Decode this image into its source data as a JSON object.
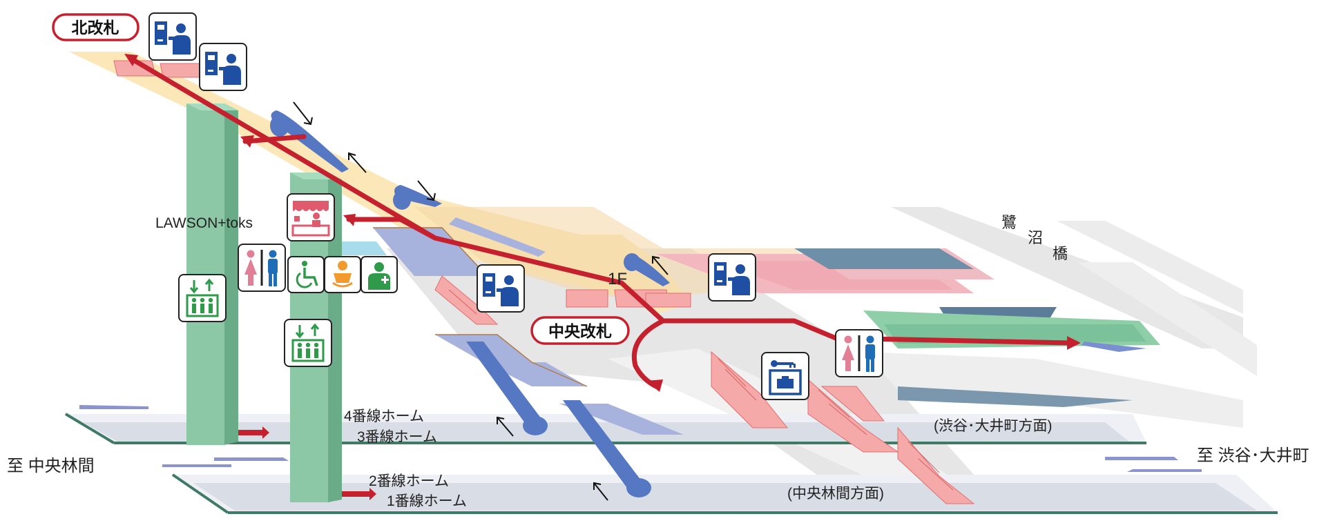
{
  "gates": {
    "north": "北改札",
    "central": "中央改札"
  },
  "floor_label": "1F",
  "shop_label": "LAWSON+toks",
  "platforms": {
    "p4": "4番線ホーム",
    "p3": "3番線ホーム",
    "p2": "2番線ホーム",
    "p1": "1番線ホーム",
    "dir_upper": "(渋谷･大井町方面)",
    "dir_lower": "(中央林間方面)"
  },
  "destinations": {
    "left": "至 中央林間",
    "right": "至 渋谷･大井町"
  },
  "bridge": [
    "鷺",
    "沼",
    "橋"
  ],
  "colors": {
    "route": "#c4202d",
    "pillar": "#8cc7a6",
    "concourse": "#fbe7b8",
    "escalator": "#5677c2",
    "platform_edge": "#3f7a66",
    "icon_blue": "#1f4fa3",
    "icon_green": "#2e9a4a",
    "restroom_female": "#e07f95",
    "baby_orange": "#f29a2e"
  },
  "icons": [
    "ticket-machine-icon",
    "ticket-machine-icon",
    "shop-icon",
    "restroom-icon",
    "wheelchair-icon",
    "baby-care-icon",
    "first-aid-icon",
    "elevator-icon",
    "elevator-icon",
    "ticket-machine-icon",
    "ticket-machine-icon",
    "coin-locker-icon",
    "restroom-icon"
  ]
}
